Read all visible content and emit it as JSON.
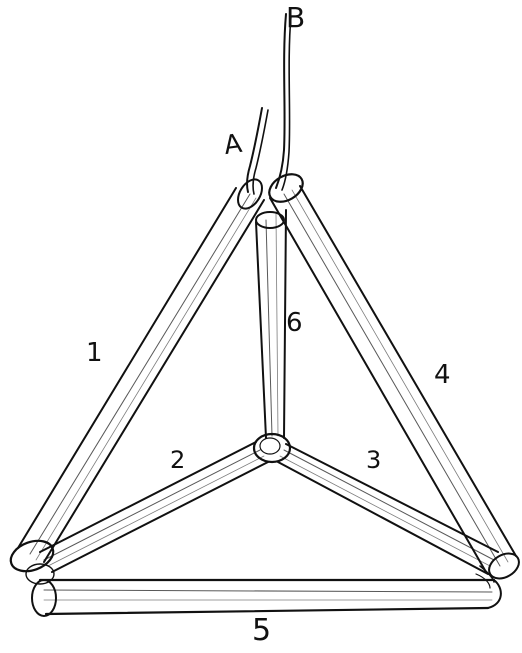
{
  "diagram": {
    "wire_labels": {
      "a": "A",
      "b": "B"
    },
    "rod_labels": {
      "r1": "1",
      "r2": "2",
      "r3": "3",
      "r4": "4",
      "r5": "5",
      "r6": "6"
    },
    "colors": {
      "ink": "#111111",
      "paper": "#ffffff"
    }
  }
}
